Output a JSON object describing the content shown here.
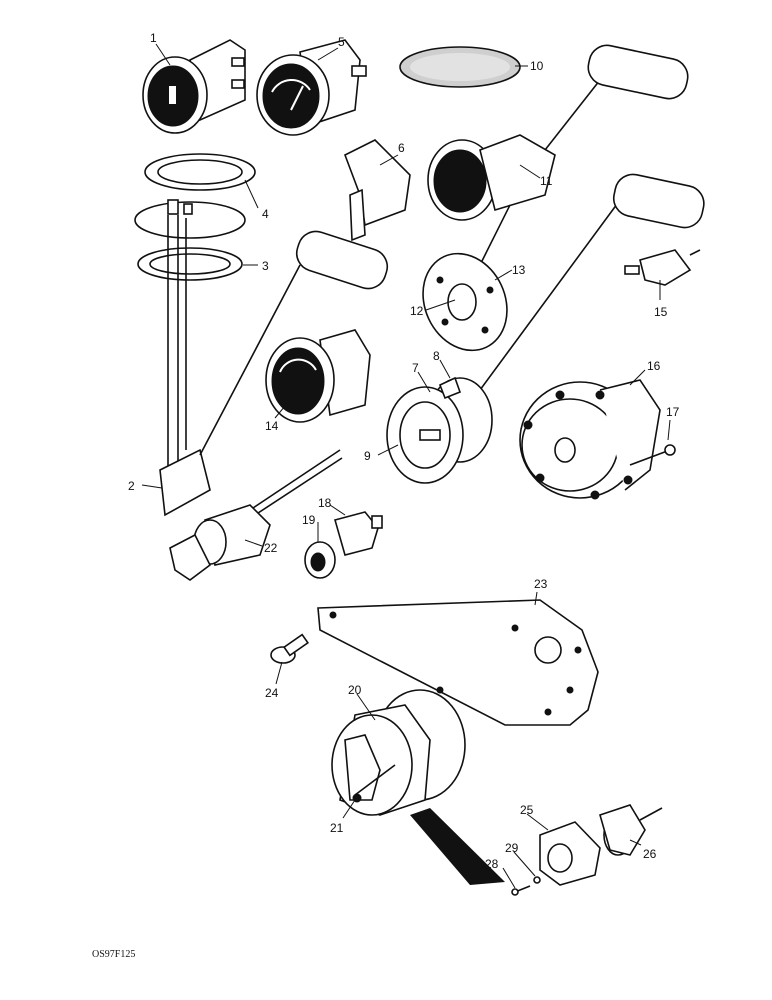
{
  "figure_code": "OS97F125",
  "callouts": [
    {
      "n": "1"
    },
    {
      "n": "2"
    },
    {
      "n": "3"
    },
    {
      "n": "4"
    },
    {
      "n": "5"
    },
    {
      "n": "6"
    },
    {
      "n": "7"
    },
    {
      "n": "8"
    },
    {
      "n": "9"
    },
    {
      "n": "10"
    },
    {
      "n": "11"
    },
    {
      "n": "12"
    },
    {
      "n": "13"
    },
    {
      "n": "14"
    },
    {
      "n": "15"
    },
    {
      "n": "16"
    },
    {
      "n": "17"
    },
    {
      "n": "18"
    },
    {
      "n": "19"
    },
    {
      "n": "20"
    },
    {
      "n": "21"
    },
    {
      "n": "22"
    },
    {
      "n": "23"
    },
    {
      "n": "24"
    },
    {
      "n": "25"
    },
    {
      "n": "26"
    },
    {
      "n": "28"
    },
    {
      "n": "29"
    }
  ]
}
